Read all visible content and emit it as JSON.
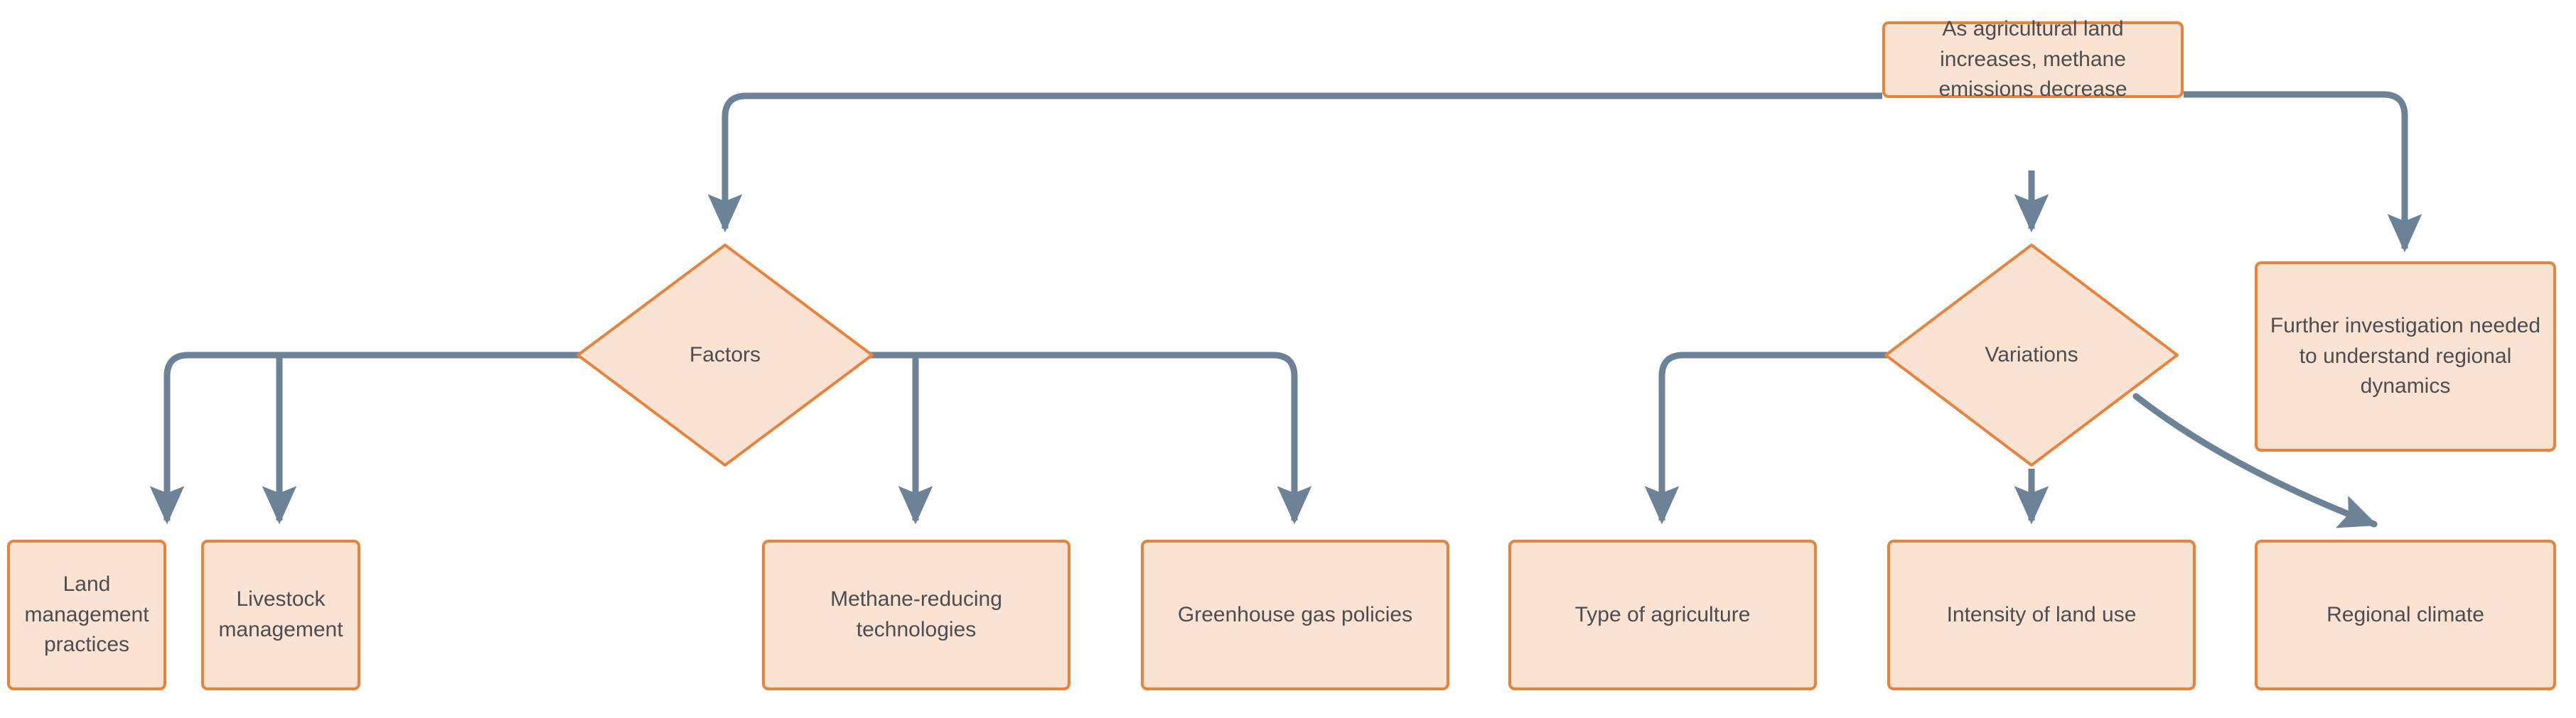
{
  "diagram": {
    "type": "flowchart",
    "orientation": "top-down",
    "background_color": "#ffffff",
    "node_fill_color": "#fae3d2",
    "node_border_color": "#e9833c",
    "edge_color": "#6c8296",
    "text_color": "#4d4d50"
  },
  "nodes": {
    "root": {
      "id": "root",
      "shape": "rectangle",
      "label": "As agricultural land increases, methane emissions decrease"
    },
    "factors": {
      "id": "factors",
      "shape": "diamond",
      "label": "Factors"
    },
    "variations": {
      "id": "variations",
      "shape": "diamond",
      "label": "Variations"
    },
    "further_investigation": {
      "id": "further_investigation",
      "shape": "rectangle",
      "label": "Further investigation needed to understand regional dynamics"
    },
    "land_management": {
      "id": "land_management",
      "shape": "rectangle",
      "label": "Land management practices"
    },
    "livestock_management": {
      "id": "livestock_management",
      "shape": "rectangle",
      "label": "Livestock management"
    },
    "methane_reducing": {
      "id": "methane_reducing",
      "shape": "rectangle",
      "label": "Methane-reducing technologies"
    },
    "greenhouse_policies": {
      "id": "greenhouse_policies",
      "shape": "rectangle",
      "label": "Greenhouse gas policies"
    },
    "type_of_agriculture": {
      "id": "type_of_agriculture",
      "shape": "rectangle",
      "label": "Type of agriculture"
    },
    "intensity_land_use": {
      "id": "intensity_land_use",
      "shape": "rectangle",
      "label": "Intensity of land use"
    },
    "regional_climate": {
      "id": "regional_climate",
      "shape": "rectangle",
      "label": "Regional climate"
    }
  },
  "edges": [
    {
      "from": "root",
      "to": "factors",
      "style": "orthogonal"
    },
    {
      "from": "root",
      "to": "variations",
      "style": "straight"
    },
    {
      "from": "root",
      "to": "further_investigation",
      "style": "orthogonal"
    },
    {
      "from": "factors",
      "to": "land_management",
      "style": "orthogonal"
    },
    {
      "from": "factors",
      "to": "livestock_management",
      "style": "orthogonal"
    },
    {
      "from": "factors",
      "to": "methane_reducing",
      "style": "orthogonal"
    },
    {
      "from": "factors",
      "to": "greenhouse_policies",
      "style": "orthogonal"
    },
    {
      "from": "variations",
      "to": "type_of_agriculture",
      "style": "orthogonal"
    },
    {
      "from": "variations",
      "to": "intensity_land_use",
      "style": "straight"
    },
    {
      "from": "variations",
      "to": "regional_climate",
      "style": "curved"
    }
  ]
}
